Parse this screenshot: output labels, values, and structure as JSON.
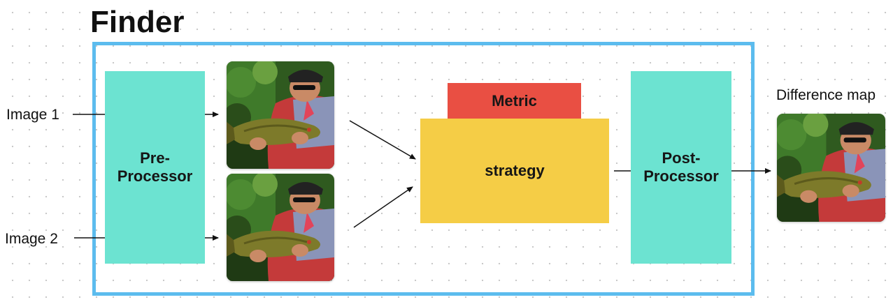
{
  "title": "Finder",
  "inputs": {
    "image1": "Image 1",
    "image2": "Image 2"
  },
  "blocks": {
    "preprocessor": [
      "Pre-",
      "Processor"
    ],
    "metric": "Metric",
    "strategy": "strategy",
    "postprocessor": [
      "Post-",
      "Processor"
    ]
  },
  "output": {
    "label": "Difference map"
  },
  "colors": {
    "frame": "#5cbcee",
    "processor": "#6ce3d1",
    "strategy": "#f5cd46",
    "metric": "#e94f43"
  },
  "images": {
    "subject": "angler-holding-tench-fish-photo"
  }
}
